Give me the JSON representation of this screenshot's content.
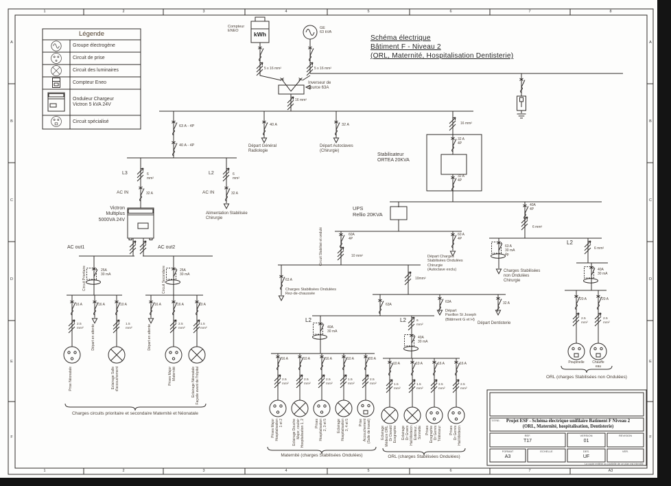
{
  "frame": {
    "top": [
      "1",
      "2",
      "3",
      "4",
      "5",
      "6",
      "7",
      "8"
    ],
    "bottom": [
      "1",
      "2",
      "3",
      "4",
      "5",
      "6",
      "7",
      "A3"
    ],
    "left": [
      "A",
      "B",
      "C",
      "D",
      "E",
      "F"
    ],
    "right": [
      "A",
      "B",
      "C",
      "D",
      "E",
      "F"
    ]
  },
  "legend": {
    "title": "Légende",
    "items": [
      "Groupe électrogène",
      "Circuit de prise",
      "Circuit des luminaires",
      "Compteur Eneo",
      "Onduleur Chargeur\nVictron 5 kVA 24V",
      "Circuit spécialisé"
    ]
  },
  "heading": {
    "line1": "Schéma électrique",
    "line2": "Bâtiment F - Niveau 2",
    "line3": "(ORL, Maternité, Hospitalisation Dentisterie)"
  },
  "sources": {
    "meter_label": "Compteur\nENEO",
    "meter_display": "kWh",
    "meter_cable": "5 x 16 mm²",
    "gen_label": "GE\n63 kVA",
    "gen_cable": "5 x 16 mm²",
    "inverter_label": "Inverseur de\nsource 63A",
    "inverter_cable": "16 mm²"
  },
  "feeders": {
    "main1": "63 A - 4P",
    "main2": "40 A - 4P",
    "radiologie_amp": "40 A",
    "radiologie": "Départ Général\nRadiologie",
    "autoclaves_amp": "32 A",
    "autoclaves": "Départ Autoclaves\n(Chirurgie)"
  },
  "stab": {
    "cable": "16 mm²",
    "label": "Stabilisateur\nORTEA 20KVA",
    "brk_top": "32 A\n4P",
    "brk_bot": "32 A\n4P"
  },
  "victron": {
    "l3": "L3",
    "l3_cable": "6\nmm²",
    "acin1": "AC IN",
    "acin1_amp": "32 A",
    "label": "Victron\nMultiplus\n5000VA 24V",
    "l2": "L2",
    "l2_cable": "6\nmm²",
    "acin2": "AC IN",
    "acin2_amp": "32 A",
    "alim": "Alimentation Stabilisée\nChirurgie",
    "out1": "AC out1",
    "out2": "AC out2"
  },
  "acout1": {
    "rcd_label": "Circuit Prioritaire",
    "rcd": "25A\n30 mA",
    "circuits": [
      {
        "amp": "16 A",
        "cable": "2.5\nmm²",
        "label": "Prise Néonatale"
      },
      {
        "amp": "16 A",
        "label": "Départ en attente"
      },
      {
        "amp": "10 A",
        "cable": "1.5\nmm²",
        "label": "Eclairage Salle\nd'accouchement"
      }
    ]
  },
  "acout2": {
    "rcd_label": "Circuit Secondaire",
    "rcd": "25A\n30 mA",
    "circuits": [
      {
        "amp": "16 A",
        "label": "Départ en attente"
      },
      {
        "amp": "16 A",
        "cable": "2.5\nmm²",
        "label": "Prises Major\nMaternité"
      },
      {
        "amp": "10 A",
        "cable": "1.5\nmm²",
        "label": "Eclairage Néonatale\nFaçade avant de l'hôpital"
      }
    ]
  },
  "acout_brace": "Charges circuits prioritaire et secondaire Maternité et Néonatale",
  "ups": {
    "label": "UPS\nRellio 20KVA",
    "bus_label": "Circuit Stabilisé et ondulé",
    "left_amp": "60A\n4P",
    "left_cable": "10 mm²",
    "chir_amp": "60 A\n4P",
    "chir_label": "Départ Charges\nStabilisées Ondulées\nChirurgie\n(Autoclave exclu)",
    "rdc_amp": "63 A",
    "rdc_label": "Charges Stabilisées Ondulées\nRez-de-chaussée",
    "cable2": "10mm²",
    "b63": "63A",
    "stjoseph_amp": "63A",
    "stjoseph_label": "Départ\nPavillon St Joseph\n(Bâtiment G et H)",
    "dent_amp": "32 A",
    "dent_label": "Départ Dentisterie"
  },
  "maternite": {
    "l2": "L2",
    "rcd": "40A\n30 mA",
    "brace": "Maternité (charges Stabilisées Ondulées)",
    "circuits": [
      {
        "amp": "16 A",
        "cable": "2.5\nmm²",
        "label": "Prises Major\nHospitalisation\n1 et 2"
      },
      {
        "amp": "10 A",
        "cable": "2.5\nmm²",
        "label": "Eclairage Douche\nMajor, couloir\nHospitalisation 1, 2"
      },
      {
        "amp": "16 A",
        "cable": "2.5\nmm²",
        "label": "Prises\nHospitalisation\n2, 3 et 5"
      },
      {
        "amp": "10 A",
        "cable": "1.5\nmm²",
        "label": "Eclairage\nHospitalisation\n3, 4 et 5"
      },
      {
        "amp": "20 A",
        "cable": "2.5\nmm²",
        "label": "Prise\nAccouchement\n(Salle de travail)"
      }
    ]
  },
  "orl": {
    "l2": "L2",
    "cable": "6\nmm²",
    "rcd": "40A\n30 mA",
    "brace": "ORL (charges Stabilisées Ondulées)",
    "circuits": [
      {
        "amp": "10 A",
        "cable": "1.5\nmm²",
        "label": "Eclairage\nMédecin ORL\nDr Donald\nEcographie"
      },
      {
        "amp": "10 A",
        "cable": "1.5\nmm²",
        "label": "Eclairage\nDr Gravis\nHall Médecin\nExtérieur,\nSonnette"
      },
      {
        "amp": "16 A",
        "cable": "2.5\nmm²",
        "label": "Prises\nEcographie\nDr Gervis\nTéléviseur"
      },
      {
        "amp": "16 A",
        "cable": "2.5\nmm²",
        "label": "Prises\nDr Gervis\nHall Médecin"
      }
    ]
  },
  "right": {
    "feeder_amp": "40A\n4P",
    "feeder_cable": "6 mm²",
    "rcd1": "63 A\n30 mA\n4p",
    "nonond_label": "Charges Stabilisées\nnon Ondulées\nChirurgie",
    "l2": "L2",
    "l2_cable": "6 mm²",
    "rcd2": "40A\n30 mA",
    "brace": "ORL (charges Stabilisées non Ondulées)",
    "circuits": [
      {
        "amp": "20 A",
        "cable": "2.5\nmm²",
        "label": "Poupinelle"
      },
      {
        "amp": "20 A",
        "cable": "2.5\nmm²",
        "label": "Chauffe\neau"
      }
    ]
  },
  "titleblock": {
    "titre_tag": "TITRE:",
    "title": "Projet ESF - Schéma électrique unifilaire Batiment F Niveau 2\n(ORL, Maternité, hospitalisation, Dentisterie)",
    "ref_tag": "REF.",
    "ref": "T17",
    "version_tag": "VERSION",
    "version": "01",
    "revision_tag": "REVISION",
    "format_tag": "FORMAT",
    "format": "A3",
    "echelle_tag": "ECHELLE",
    "des_tag": "DES.",
    "des": "UF",
    "ver_tag": "VER.",
    "notice": "La copie entière ou partielle de ce plan est interdite"
  }
}
